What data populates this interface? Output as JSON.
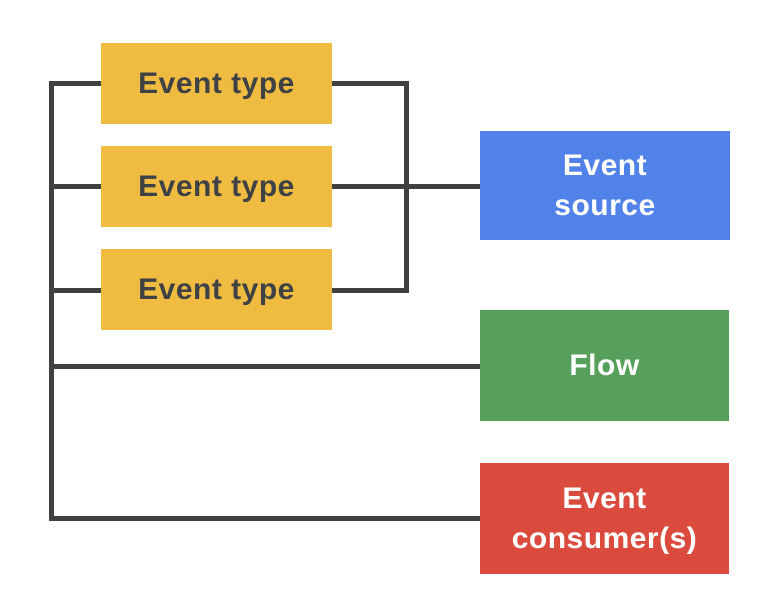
{
  "diagram": {
    "background": "#ffffff",
    "connector_color": "#404040",
    "nodes": {
      "event_type_1": {
        "label": "Event type",
        "color": "#F0BB41",
        "text_color": "#3E4245"
      },
      "event_type_2": {
        "label": "Event type",
        "color": "#F0BB41",
        "text_color": "#3E4245"
      },
      "event_type_3": {
        "label": "Event type",
        "color": "#F0BB41",
        "text_color": "#3E4245"
      },
      "event_source": {
        "label": "Event\nsource",
        "color": "#5082E9",
        "text_color": "#FFFFFF"
      },
      "flow": {
        "label": "Flow",
        "color": "#57A05C",
        "text_color": "#FFFFFF"
      },
      "event_consumers": {
        "label": "Event\nconsumer(s)",
        "color": "#DB4B3D",
        "text_color": "#FFFFFF"
      }
    }
  }
}
